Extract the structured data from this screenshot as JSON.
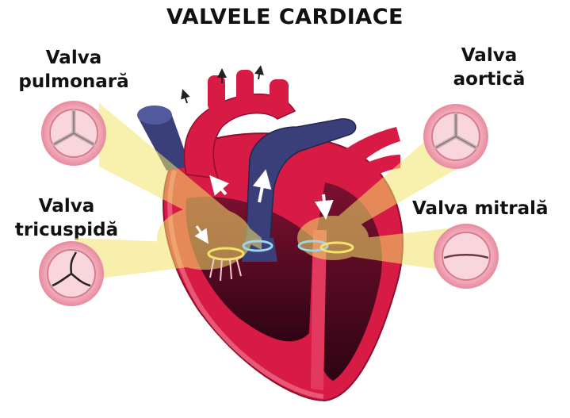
{
  "title": "VALVELE CARDIACE",
  "labels": {
    "pulmonary": [
      "Valva",
      "pulmonară"
    ],
    "aortic": [
      "Valva",
      "aortică"
    ],
    "tricuspid": [
      "Valva",
      "tricuspidă"
    ],
    "mitral": [
      "Valva mitrală"
    ]
  },
  "colors": {
    "heart_red": "#d81b45",
    "vein_blue": "#3a3f7a",
    "chamber_dark": "#4a0a22",
    "highlight_yellow": "#f3e36a",
    "valve_pink": "#f4b7c2"
  }
}
